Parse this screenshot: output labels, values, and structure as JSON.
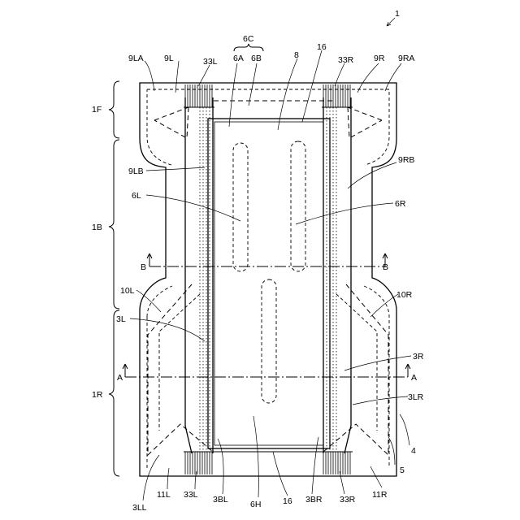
{
  "figure_number": "1",
  "labels": {
    "l_1F": "1F",
    "l_1B": "1B",
    "l_1R": "1R",
    "l_9LA": "9LA",
    "l_9L": "9L",
    "l_33L_top": "33L",
    "l_6C": "6C",
    "l_6A": "6A",
    "l_6B": "6B",
    "l_8": "8",
    "l_16_top": "16",
    "l_33R_top": "33R",
    "l_9R": "9R",
    "l_9RA": "9RA",
    "l_9LB": "9LB",
    "l_9RB": "9RB",
    "l_6L": "6L",
    "l_6R": "6R",
    "l_B_left": "B",
    "l_B_right": "B",
    "l_10L": "10L",
    "l_10R": "10R",
    "l_3L": "3L",
    "l_3R": "3R",
    "l_A_left": "A",
    "l_A_right": "A",
    "l_3LR": "3LR",
    "l_4": "4",
    "l_5": "5",
    "l_3LL": "3LL",
    "l_11L": "11L",
    "l_33L_bot": "33L",
    "l_3BL": "3BL",
    "l_6H": "6H",
    "l_16_bot": "16",
    "l_3BR": "3BR",
    "l_33R_bot": "33R",
    "l_11R": "11R"
  }
}
